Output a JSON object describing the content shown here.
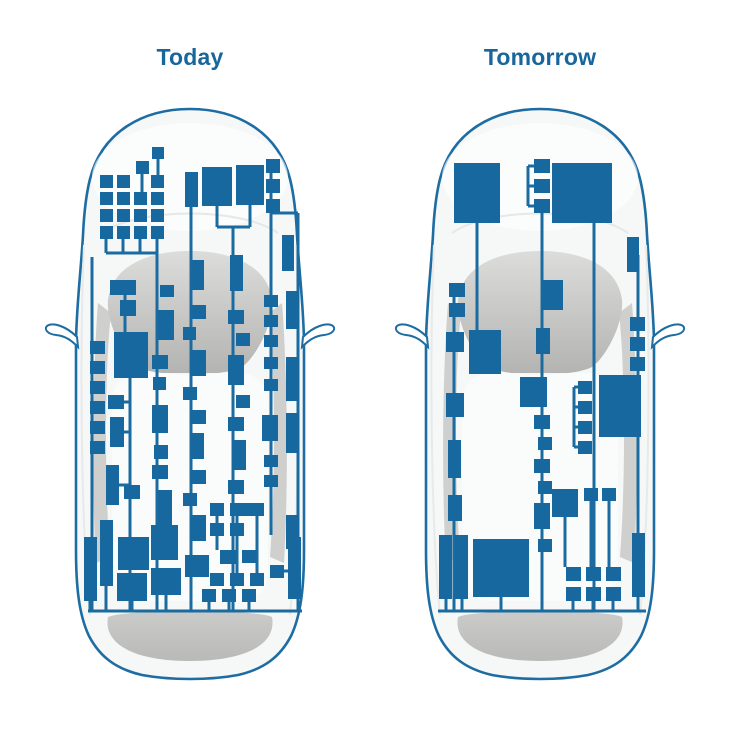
{
  "figure": {
    "left_title": "Today",
    "right_title": "Tomorrow"
  },
  "colors": {
    "title_blue": "#17669c",
    "ecu_blue": "#16689e",
    "harness_blue": "#1b6ba1",
    "car_outline_blue": "#1d6da3",
    "car_body": "#f6f7f7",
    "glass_top": "#d9dad8",
    "glass_bottom": "#b5b6b4",
    "pillar_gray": "#c8c9c7",
    "rear_glass_top": "#c9cac8",
    "rear_glass_bottom": "#bcbdbb",
    "background": "#ffffff"
  },
  "panels": [
    {
      "id": "today",
      "label": "Today",
      "boxes": [
        [
          108,
          52,
          12,
          12
        ],
        [
          92,
          66,
          13,
          13
        ],
        [
          56,
          80,
          13,
          13
        ],
        [
          73,
          80,
          13,
          13
        ],
        [
          107,
          80,
          13,
          13
        ],
        [
          56,
          97,
          13,
          13
        ],
        [
          73,
          97,
          13,
          13
        ],
        [
          90,
          97,
          13,
          13
        ],
        [
          107,
          97,
          13,
          13
        ],
        [
          56,
          114,
          13,
          13
        ],
        [
          73,
          114,
          13,
          13
        ],
        [
          90,
          114,
          13,
          13
        ],
        [
          107,
          114,
          13,
          13
        ],
        [
          56,
          131,
          13,
          13
        ],
        [
          73,
          131,
          13,
          13
        ],
        [
          90,
          131,
          13,
          13
        ],
        [
          107,
          131,
          13,
          13
        ],
        [
          141,
          77,
          13,
          35
        ],
        [
          158,
          72,
          30,
          39
        ],
        [
          192,
          70,
          28,
          40
        ],
        [
          222,
          64,
          14,
          14
        ],
        [
          222,
          84,
          14,
          14
        ],
        [
          222,
          104,
          14,
          14
        ],
        [
          238,
          140,
          12,
          36
        ],
        [
          46,
          246,
          15,
          13
        ],
        [
          46,
          266,
          15,
          13
        ],
        [
          46,
          286,
          15,
          13
        ],
        [
          46,
          306,
          15,
          13
        ],
        [
          46,
          326,
          15,
          13
        ],
        [
          46,
          346,
          15,
          13
        ],
        [
          66,
          185,
          26,
          15
        ],
        [
          76,
          205,
          16,
          16
        ],
        [
          70,
          237,
          34,
          46
        ],
        [
          64,
          300,
          16,
          14
        ],
        [
          66,
          322,
          14,
          30
        ],
        [
          62,
          370,
          13,
          40
        ],
        [
          80,
          390,
          16,
          14
        ],
        [
          116,
          190,
          14,
          12
        ],
        [
          114,
          215,
          16,
          30
        ],
        [
          108,
          260,
          16,
          14
        ],
        [
          109,
          282,
          13,
          13
        ],
        [
          108,
          310,
          16,
          28
        ],
        [
          110,
          350,
          14,
          14
        ],
        [
          108,
          370,
          16,
          14
        ],
        [
          114,
          395,
          14,
          40
        ],
        [
          108,
          445,
          16,
          14
        ],
        [
          147,
          165,
          13,
          30
        ],
        [
          146,
          210,
          16,
          14
        ],
        [
          139,
          232,
          13,
          13
        ],
        [
          146,
          255,
          16,
          26
        ],
        [
          139,
          292,
          14,
          13
        ],
        [
          146,
          315,
          16,
          14
        ],
        [
          147,
          338,
          13,
          26
        ],
        [
          146,
          375,
          16,
          14
        ],
        [
          139,
          398,
          14,
          13
        ],
        [
          146,
          420,
          16,
          26
        ],
        [
          186,
          160,
          13,
          36
        ],
        [
          184,
          215,
          16,
          14
        ],
        [
          192,
          238,
          14,
          13
        ],
        [
          184,
          260,
          16,
          30
        ],
        [
          192,
          300,
          14,
          13
        ],
        [
          184,
          322,
          16,
          14
        ],
        [
          188,
          345,
          14,
          30
        ],
        [
          184,
          385,
          16,
          14
        ],
        [
          192,
          408,
          14,
          13
        ],
        [
          220,
          200,
          14,
          12
        ],
        [
          220,
          220,
          14,
          12
        ],
        [
          220,
          240,
          14,
          12
        ],
        [
          220,
          262,
          14,
          12
        ],
        [
          220,
          284,
          14,
          12
        ],
        [
          218,
          320,
          16,
          26
        ],
        [
          220,
          360,
          14,
          12
        ],
        [
          220,
          380,
          14,
          12
        ],
        [
          242,
          196,
          13,
          38
        ],
        [
          242,
          262,
          13,
          44
        ],
        [
          242,
          318,
          13,
          40
        ],
        [
          242,
          420,
          13,
          34
        ],
        [
          40,
          442,
          13,
          64
        ],
        [
          56,
          425,
          13,
          66
        ],
        [
          74,
          442,
          31,
          33
        ],
        [
          73,
          478,
          30,
          28
        ],
        [
          107,
          430,
          27,
          35
        ],
        [
          107,
          473,
          30,
          27
        ],
        [
          141,
          460,
          24,
          22
        ],
        [
          166,
          408,
          14,
          13
        ],
        [
          186,
          408,
          14,
          13
        ],
        [
          206,
          408,
          14,
          13
        ],
        [
          166,
          428,
          14,
          13
        ],
        [
          186,
          428,
          14,
          13
        ],
        [
          176,
          455,
          16,
          14
        ],
        [
          198,
          455,
          14,
          13
        ],
        [
          166,
          478,
          14,
          13
        ],
        [
          186,
          478,
          14,
          13
        ],
        [
          206,
          478,
          14,
          13
        ],
        [
          226,
          470,
          14,
          13
        ],
        [
          244,
          442,
          13,
          62
        ],
        [
          158,
          494,
          14,
          13
        ],
        [
          178,
          494,
          14,
          13
        ],
        [
          198,
          494,
          14,
          13
        ]
      ],
      "lines": [
        [
          62,
          144,
          62,
          158
        ],
        [
          79,
          144,
          79,
          158
        ],
        [
          96,
          144,
          96,
          158
        ],
        [
          113,
          144,
          113,
          158
        ],
        [
          62,
          158,
          113,
          158
        ],
        [
          114,
          64,
          114,
          80
        ],
        [
          98,
          79,
          98,
          97
        ],
        [
          113,
          158,
          113,
          516
        ],
        [
          48,
          162,
          48,
          516
        ],
        [
          173,
          111,
          173,
          132
        ],
        [
          206,
          110,
          206,
          132
        ],
        [
          173,
          132,
          206,
          132
        ],
        [
          189,
          132,
          189,
          516
        ],
        [
          147,
          112,
          147,
          516
        ],
        [
          227,
          64,
          227,
          440
        ],
        [
          227,
          118,
          254,
          118
        ],
        [
          254,
          118,
          254,
          516
        ],
        [
          81,
          200,
          81,
          237
        ],
        [
          86,
          283,
          86,
          516
        ],
        [
          80,
          307,
          86,
          307
        ],
        [
          80,
          337,
          86,
          337
        ],
        [
          75,
          390,
          86,
          390
        ],
        [
          44,
          516,
          258,
          516
        ],
        [
          46,
          506,
          46,
          516
        ],
        [
          62,
          491,
          62,
          516
        ],
        [
          88,
          506,
          88,
          516
        ],
        [
          122,
          500,
          122,
          516
        ],
        [
          165,
          507,
          165,
          516
        ],
        [
          185,
          507,
          185,
          516
        ],
        [
          205,
          507,
          205,
          516
        ],
        [
          173,
          421,
          173,
          455
        ],
        [
          193,
          421,
          193,
          478
        ],
        [
          213,
          421,
          213,
          478
        ],
        [
          240,
          476,
          254,
          476
        ]
      ]
    },
    {
      "id": "tomorrow",
      "label": "Tomorrow",
      "boxes": [
        [
          60,
          68,
          46,
          60
        ],
        [
          140,
          64,
          16,
          14
        ],
        [
          140,
          84,
          16,
          14
        ],
        [
          140,
          104,
          16,
          14
        ],
        [
          158,
          68,
          60,
          60
        ],
        [
          55,
          188,
          16,
          14
        ],
        [
          55,
          208,
          16,
          14
        ],
        [
          52,
          237,
          18,
          20
        ],
        [
          75,
          235,
          32,
          44
        ],
        [
          52,
          298,
          18,
          24
        ],
        [
          54,
          345,
          13,
          38
        ],
        [
          54,
          400,
          14,
          26
        ],
        [
          147,
          185,
          22,
          30
        ],
        [
          142,
          233,
          14,
          26
        ],
        [
          126,
          282,
          27,
          30
        ],
        [
          140,
          320,
          16,
          14
        ],
        [
          144,
          342,
          14,
          13
        ],
        [
          140,
          364,
          16,
          14
        ],
        [
          144,
          386,
          14,
          13
        ],
        [
          140,
          408,
          16,
          26
        ],
        [
          144,
          444,
          14,
          13
        ],
        [
          205,
          280,
          42,
          62
        ],
        [
          184,
          286,
          14,
          13
        ],
        [
          184,
          306,
          14,
          13
        ],
        [
          184,
          326,
          14,
          13
        ],
        [
          184,
          346,
          14,
          13
        ],
        [
          233,
          142,
          12,
          35
        ],
        [
          236,
          222,
          15,
          14
        ],
        [
          236,
          242,
          15,
          14
        ],
        [
          236,
          262,
          15,
          14
        ],
        [
          45,
          440,
          13,
          64
        ],
        [
          61,
          440,
          13,
          64
        ],
        [
          79,
          444,
          56,
          58
        ],
        [
          158,
          394,
          26,
          28
        ],
        [
          190,
          393,
          14,
          13
        ],
        [
          208,
          393,
          14,
          13
        ],
        [
          172,
          472,
          15,
          14
        ],
        [
          192,
          472,
          15,
          14
        ],
        [
          212,
          472,
          15,
          14
        ],
        [
          172,
          492,
          15,
          14
        ],
        [
          192,
          492,
          15,
          14
        ],
        [
          212,
          492,
          15,
          14
        ],
        [
          238,
          438,
          13,
          64
        ]
      ],
      "lines": [
        [
          134,
          71,
          134,
          111
        ],
        [
          134,
          71,
          140,
          71
        ],
        [
          134,
          91,
          140,
          91
        ],
        [
          134,
          111,
          140,
          111
        ],
        [
          148,
          118,
          148,
          516
        ],
        [
          83,
          128,
          83,
          235
        ],
        [
          60,
          188,
          60,
          516
        ],
        [
          200,
          128,
          200,
          516
        ],
        [
          244,
          160,
          244,
          516
        ],
        [
          180,
          292,
          180,
          352
        ],
        [
          180,
          292,
          184,
          292
        ],
        [
          180,
          312,
          184,
          312
        ],
        [
          180,
          332,
          184,
          332
        ],
        [
          180,
          352,
          184,
          352
        ],
        [
          171,
          421,
          171,
          472
        ],
        [
          197,
          406,
          197,
          472
        ],
        [
          215,
          406,
          215,
          472
        ],
        [
          44,
          516,
          252,
          516
        ],
        [
          52,
          504,
          52,
          516
        ],
        [
          68,
          504,
          68,
          516
        ],
        [
          107,
          502,
          107,
          516
        ],
        [
          179,
          506,
          179,
          516
        ],
        [
          199,
          506,
          199,
          516
        ],
        [
          219,
          506,
          219,
          516
        ],
        [
          244,
          502,
          244,
          516
        ]
      ]
    }
  ]
}
